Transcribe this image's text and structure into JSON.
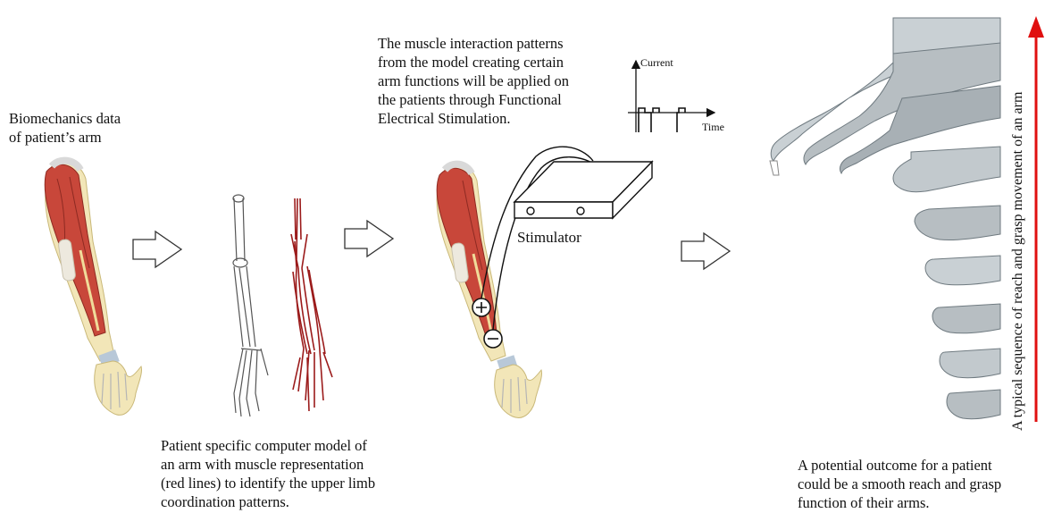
{
  "captions": {
    "biomechanics": "Biomechanics data\nof patient’s arm",
    "model": "Patient specific computer model of\nan arm with muscle representation\n(red lines) to identify the upper limb\ncoordination patterns.",
    "fes": "The muscle interaction patterns\nfrom the model creating certain\narm functions will be applied on\nthe patients through Functional\nElectrical Stimulation.",
    "outcome": "A potential outcome for a patient\ncould be a smooth reach and grasp\nfunction of their arms.",
    "sequence": "A typical sequence of reach and grasp movement of an arm"
  },
  "stimulator_label": "Stimulator",
  "pulse_plot": {
    "y_label": "Current",
    "x_label": "Time"
  },
  "colors": {
    "muscle": "#c8473a",
    "muscle_dark": "#8e2a22",
    "tendon": "#efe3b0",
    "model_red": "#9b1b1b",
    "arrow_red": "#e01010",
    "arm_gray": "#b7bec2"
  }
}
